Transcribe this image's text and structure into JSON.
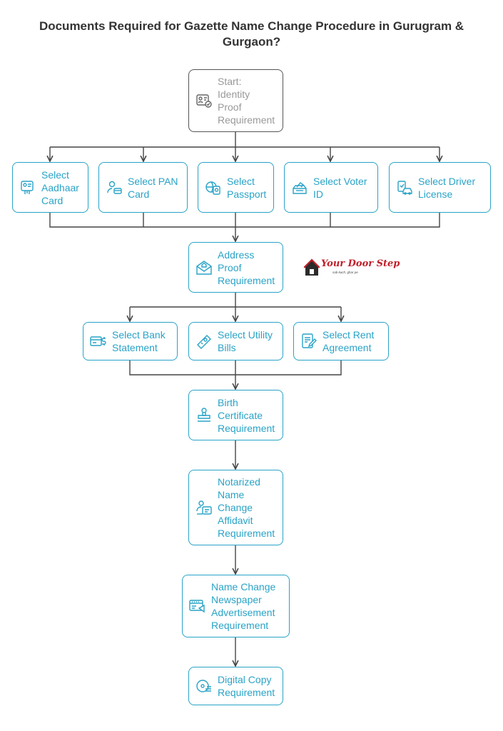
{
  "title": {
    "line1": "Documents Required for Gazette Name Change Procedure in Gurugram &",
    "line2": "Gurgaon?"
  },
  "colors": {
    "accent": "#29a3c7",
    "start_border": "#555555",
    "start_text": "#999999",
    "connector": "#444444"
  },
  "nodes": {
    "start": {
      "label": "Start:\nIdentity\nProof\nRequirement",
      "icon": "id-card-check-icon"
    },
    "aadhaar": {
      "label": "Select\nAadhaar\nCard",
      "icon": "aadhaar-card-icon"
    },
    "pan": {
      "label": "Select PAN\nCard",
      "icon": "pan-card-icon"
    },
    "passport": {
      "label": "Select\nPassport",
      "icon": "passport-icon"
    },
    "voter": {
      "label": "Select Voter\nID",
      "icon": "ballot-box-icon"
    },
    "driver": {
      "label": "Select Driver\nLicense",
      "icon": "driver-license-icon"
    },
    "address": {
      "label": "Address\nProof\nRequirement",
      "icon": "address-envelope-icon"
    },
    "bank": {
      "label": "Select Bank\nStatement",
      "icon": "bank-statement-icon"
    },
    "utility": {
      "label": "Select Utility\nBills",
      "icon": "utility-bill-icon"
    },
    "rent": {
      "label": "Select Rent\nAgreement",
      "icon": "rent-agreement-icon"
    },
    "birth": {
      "label": "Birth\nCertificate\nRequirement",
      "icon": "stamp-icon"
    },
    "affidavit": {
      "label": "Notarized\nName\nChange\nAffidavit\nRequirement",
      "icon": "affidavit-icon"
    },
    "newspaper": {
      "label": "Name Change\nNewspaper\nAdvertisement\nRequirement",
      "icon": "newspaper-ad-icon"
    },
    "digital": {
      "label": "Digital Copy\nRequirement",
      "icon": "digital-copy-icon"
    }
  },
  "logo": {
    "text": "Your Door Step",
    "tagline": "sab kuch, ghar pe"
  }
}
